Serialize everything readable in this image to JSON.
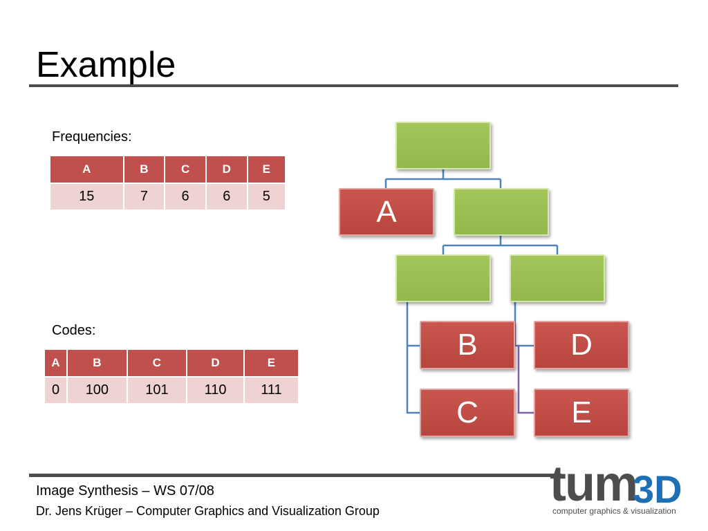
{
  "slide": {
    "title": "Example"
  },
  "frequencies": {
    "label": "Frequencies:",
    "headers": [
      "A",
      "B",
      "C",
      "D",
      "E"
    ],
    "values": [
      "15",
      "7",
      "6",
      "6",
      "5"
    ]
  },
  "codes": {
    "label": "Codes:",
    "headers": [
      "A",
      "B",
      "C",
      "D",
      "E"
    ],
    "values": [
      "0",
      "100",
      "101",
      "110",
      "111"
    ]
  },
  "tree": {
    "leaves": {
      "a": "A",
      "b": "B",
      "c": "C",
      "d": "D",
      "e": "E"
    }
  },
  "footer": {
    "course": "Image Synthesis – WS 07/08",
    "author": "Dr. Jens Krüger – Computer Graphics and Visualization Group"
  },
  "logo": {
    "main": "tum",
    "suffix": "3D",
    "subtitle": "computer graphics & visualization"
  },
  "colors": {
    "header_red": "#c0504d",
    "cell_pink": "#efd3d2",
    "node_green": "#9bbb59",
    "connector_blue": "#4f81bd",
    "rule_gray": "#4d4d4d",
    "logo_blue": "#1f6fb5"
  }
}
